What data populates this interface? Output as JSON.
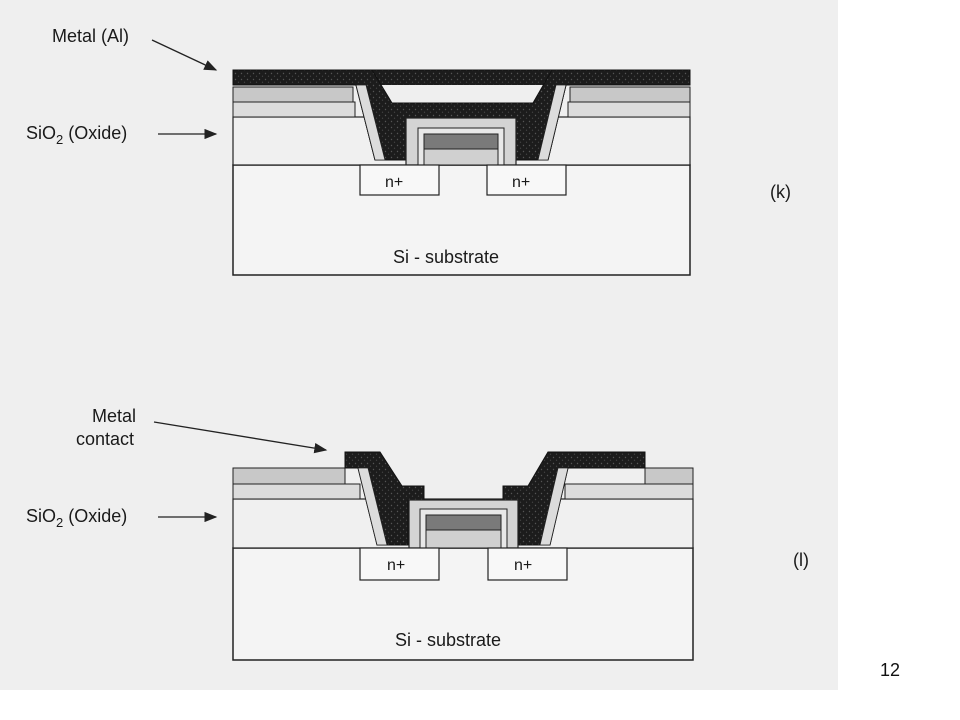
{
  "colors": {
    "background": "#efefef",
    "metal": "#1c1c1c",
    "oxide_light": "#f2f2f2",
    "poly_gray": "#c4c4c4",
    "gate_dark": "#7a7a7a",
    "line": "#222222"
  },
  "figure_k": {
    "panel_label": "(k)",
    "metal_label": "Metal (Al)",
    "oxide_label_main": "SiO",
    "oxide_label_sub": "2",
    "oxide_label_rest": " (Oxide)",
    "n_left": "n+",
    "n_right": "n+",
    "substrate_label": "Si - substrate"
  },
  "figure_l": {
    "panel_label": "(l)",
    "metal_label_line1": "Metal",
    "metal_label_line2": "contact",
    "oxide_label_main": "SiO",
    "oxide_label_sub": "2",
    "oxide_label_rest": " (Oxide)",
    "n_left": "n+",
    "n_right": "n+",
    "substrate_label": "Si - substrate"
  },
  "page_number": "12"
}
